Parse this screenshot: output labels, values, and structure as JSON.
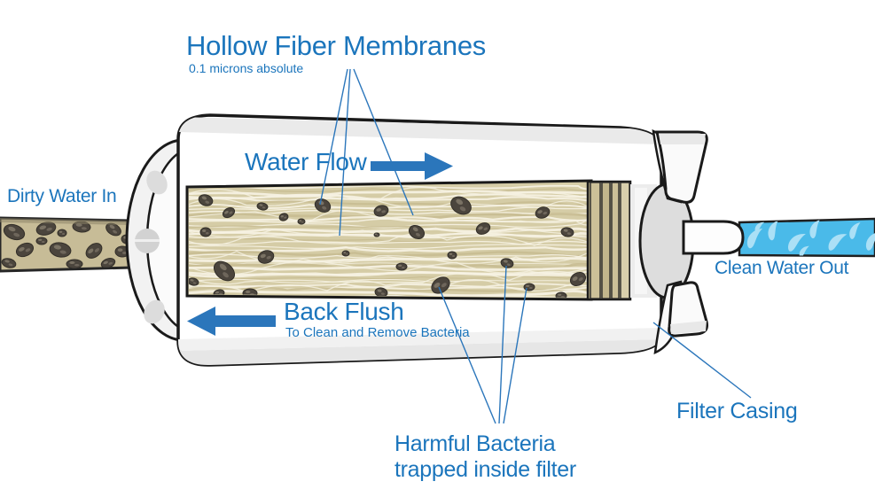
{
  "diagram": {
    "title": "Hollow Fiber Membranes",
    "title_subtitle": "0.1 microns absolute",
    "labels": {
      "water_flow": "Water Flow",
      "back_flush": "Back Flush",
      "back_flush_subtitle": "To Clean and Remove Bacteria",
      "dirty_water_in": "Dirty Water In",
      "clean_water_out": "Clean Water Out",
      "harmful_bacteria_line1": "Harmful Bacteria",
      "harmful_bacteria_line2": "trapped inside filter",
      "filter_casing": "Filter Casing"
    },
    "colors": {
      "label_blue": "#1b75bc",
      "arrow_blue": "#2b76bb",
      "pointer_line_blue": "#2b76bb",
      "membrane_tan": "#d5cca6",
      "membrane_fiber_light": "#f6f2e3",
      "membrane_fiber_dark": "#c8bd93",
      "dirty_water_tan": "#c7bc97",
      "clean_water_blue": "#4abae9",
      "clean_water_droplet": "#abe0f6",
      "bacteria_dark": "#4b453d",
      "casing_white": "#ffffff",
      "casing_shadow": "#e9e9e9",
      "outline_black": "#1a1a1a"
    }
  }
}
